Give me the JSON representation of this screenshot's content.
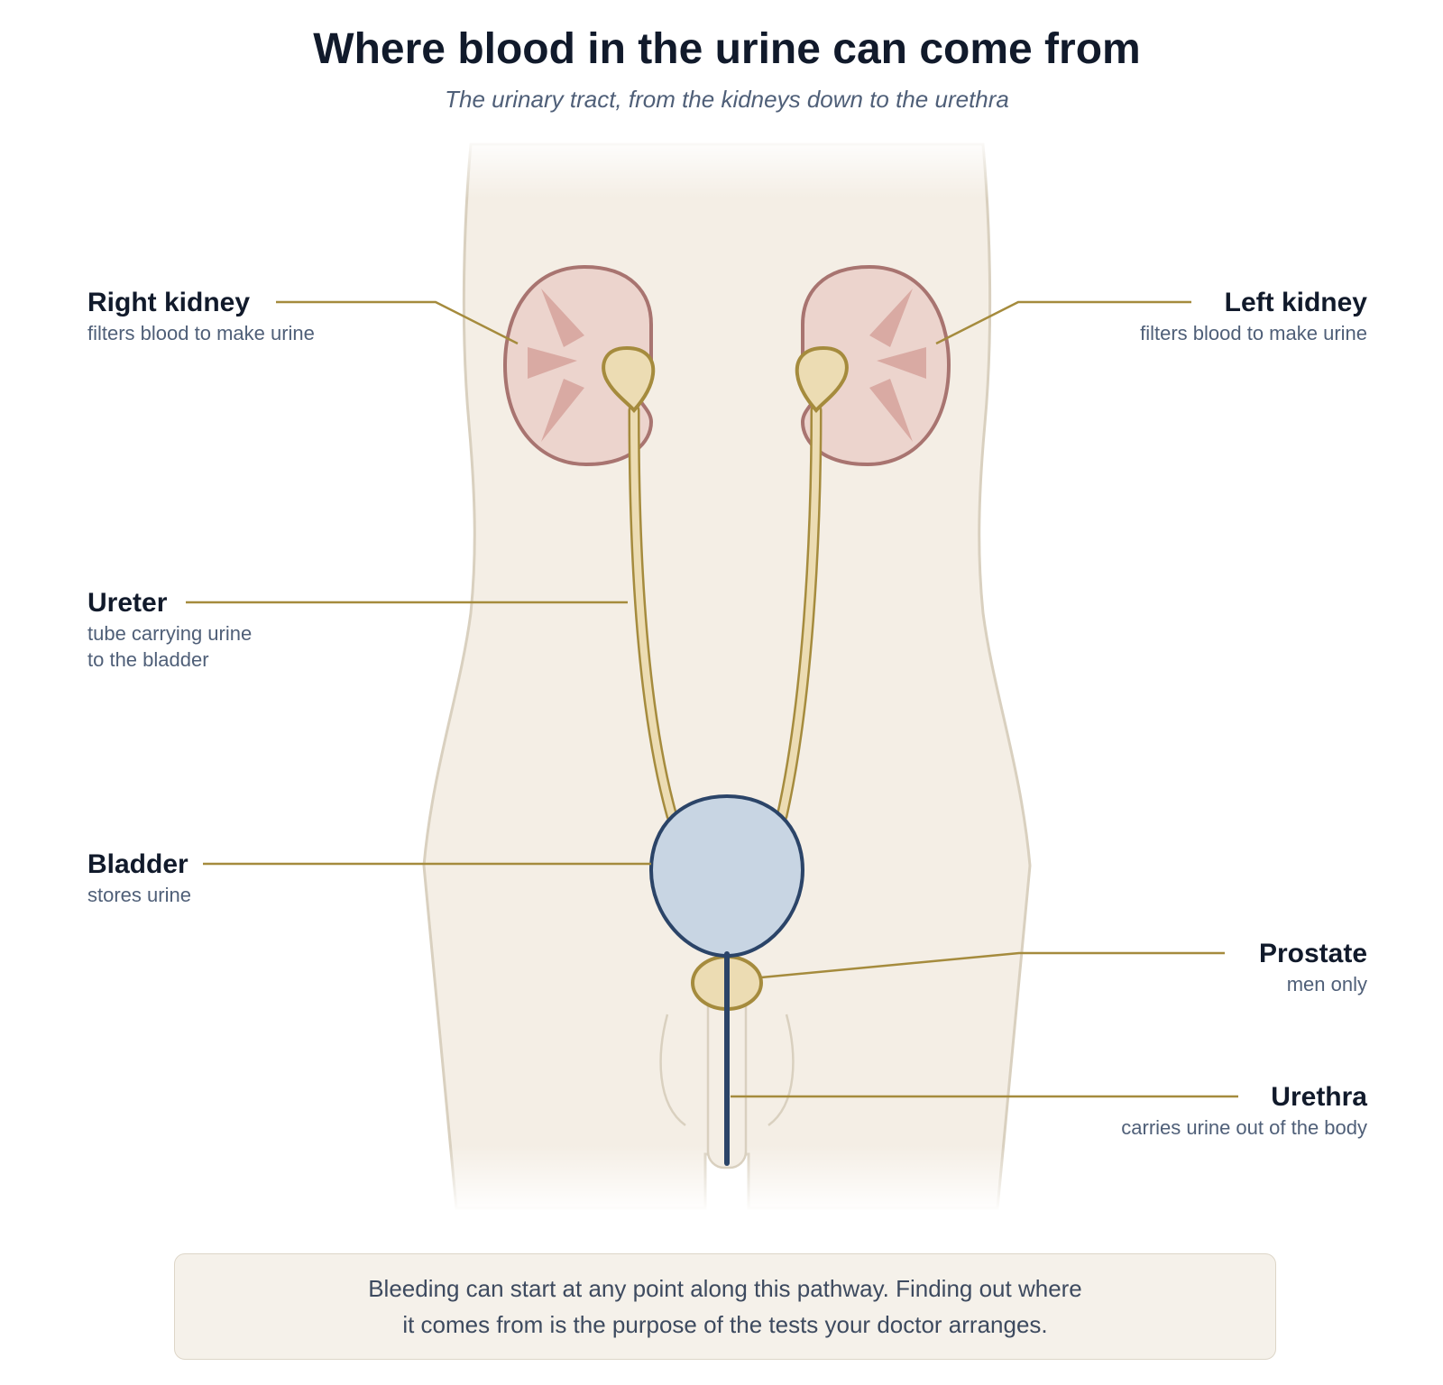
{
  "header": {
    "title": "Where blood in the urine can come from",
    "subtitle": "The urinary tract, from the kidneys down to the urethra"
  },
  "labels": {
    "right_kidney": {
      "name": "Right kidney",
      "desc": "filters blood to make urine"
    },
    "left_kidney": {
      "name": "Left kidney",
      "desc": "filters blood to make urine"
    },
    "ureter": {
      "name": "Ureter",
      "desc_line1": "tube carrying urine",
      "desc_line2": "to the bladder"
    },
    "bladder": {
      "name": "Bladder",
      "desc": "stores urine"
    },
    "prostate": {
      "name": "Prostate",
      "desc": "men only"
    },
    "urethra": {
      "name": "Urethra",
      "desc": "carries urine out of the body"
    }
  },
  "note": {
    "line1": "Bleeding can start at any point along this pathway. Finding out where",
    "line2": "it comes from is the purpose of the tests your doctor arranges."
  },
  "colors": {
    "body_fill": "#f4eee5",
    "body_outline": "#d9d0bf",
    "kidney_fill": "#ecd4cd",
    "kidney_outline": "#a87470",
    "pyramid_fill": "#d9aaa3",
    "tube_fill": "#ecdcb3",
    "tube_outline": "#a58b3d",
    "bladder_fill": "#c8d5e3",
    "bladder_outline": "#2b4468",
    "urethra": "#2b4468",
    "leader": "#a58b3d"
  }
}
